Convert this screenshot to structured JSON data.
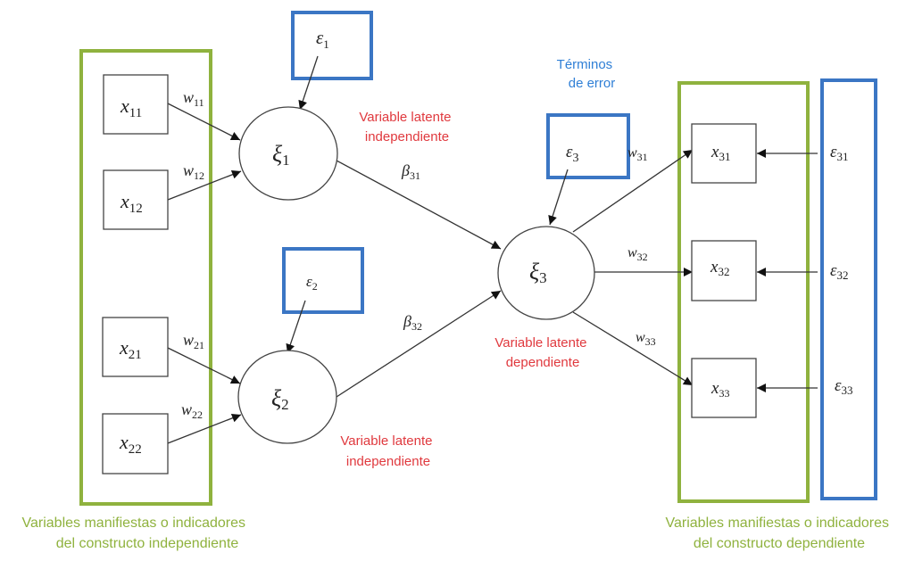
{
  "title": "Modelo de ecuaciones estructurales (PLS)",
  "colors": {
    "latent_label": "#e0393e",
    "error_label": "#2f7fd6",
    "indicator_group": "#8fb23e",
    "error_group": "#3b76c4",
    "edge": "#333333"
  },
  "latent_variables": [
    {
      "id": "xi1",
      "symbol": "ξ",
      "sub": "1",
      "label_line1": "Variable latente",
      "label_line2": "independiente"
    },
    {
      "id": "xi2",
      "symbol": "ξ",
      "sub": "2",
      "label_line1": "Variable latente",
      "label_line2": "independiente"
    },
    {
      "id": "xi3",
      "symbol": "ξ",
      "sub": "3",
      "label_line1": "Variable latente",
      "label_line2": "dependiente"
    }
  ],
  "indicators": [
    {
      "id": "x11",
      "symbol": "x",
      "sub": "11",
      "weight": "w",
      "weight_sub": "11"
    },
    {
      "id": "x12",
      "symbol": "x",
      "sub": "12",
      "weight": "w",
      "weight_sub": "12"
    },
    {
      "id": "x21",
      "symbol": "x",
      "sub": "21",
      "weight": "w",
      "weight_sub": "21"
    },
    {
      "id": "x22",
      "symbol": "x",
      "sub": "22",
      "weight": "w",
      "weight_sub": "22"
    },
    {
      "id": "x31",
      "symbol": "x",
      "sub": "31",
      "weight": "w",
      "weight_sub": "31",
      "error": "ε",
      "error_sub": "31"
    },
    {
      "id": "x32",
      "symbol": "x",
      "sub": "32",
      "weight": "w",
      "weight_sub": "32",
      "error": "ε",
      "error_sub": "32"
    },
    {
      "id": "x33",
      "symbol": "x",
      "sub": "33",
      "weight": "w",
      "weight_sub": "33",
      "error": "ε",
      "error_sub": "33"
    }
  ],
  "latent_errors": [
    {
      "id": "e1",
      "symbol": "ε",
      "sub": "1"
    },
    {
      "id": "e2",
      "symbol": "ε",
      "sub": "2"
    },
    {
      "id": "e3",
      "symbol": "ε",
      "sub": "3"
    }
  ],
  "paths": [
    {
      "from": "xi1",
      "to": "xi3",
      "symbol": "β",
      "sub": "31"
    },
    {
      "from": "xi2",
      "to": "xi3",
      "symbol": "β",
      "sub": "32"
    }
  ],
  "error_terms_label": {
    "line1": "Términos",
    "line2": "de error"
  },
  "captions": {
    "independent": {
      "line1": "Variables manifiestas o indicadores",
      "line2": "del constructo independiente"
    },
    "dependent": {
      "line1": "Variables manifiestas o indicadores",
      "line2": "del constructo dependiente"
    }
  }
}
